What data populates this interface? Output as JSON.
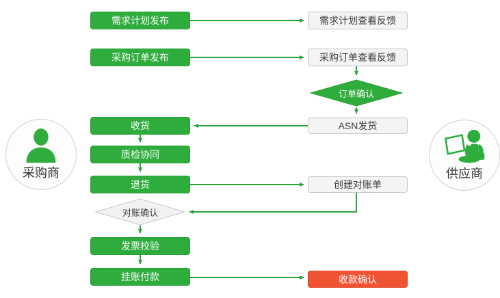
{
  "colors": {
    "green": "#2eac3c",
    "green-border": "#28a035",
    "red": "#f05331",
    "line": "#2aa33c"
  },
  "actors": {
    "buyer": {
      "label": "采购商"
    },
    "supplier": {
      "label": "供应商"
    }
  },
  "flow": {
    "buyer_steps": {
      "demand_plan_publish": "需求计划发布",
      "po_publish": "采购订单发布",
      "receive_goods": "收货",
      "quality_collab": "质检协同",
      "return_goods": "退货",
      "reconcile_confirm": "对账确认",
      "invoice_check": "发票校验",
      "book_payment": "挂账付款"
    },
    "supplier_steps": {
      "demand_plan_feedback": "需求计划查看反馈",
      "po_feedback": "采购订单查看反馈",
      "order_confirm": "订单确认",
      "asn_ship": "ASN发货",
      "create_statement": "创建对账单",
      "receipt_confirm": "收款确认"
    }
  }
}
